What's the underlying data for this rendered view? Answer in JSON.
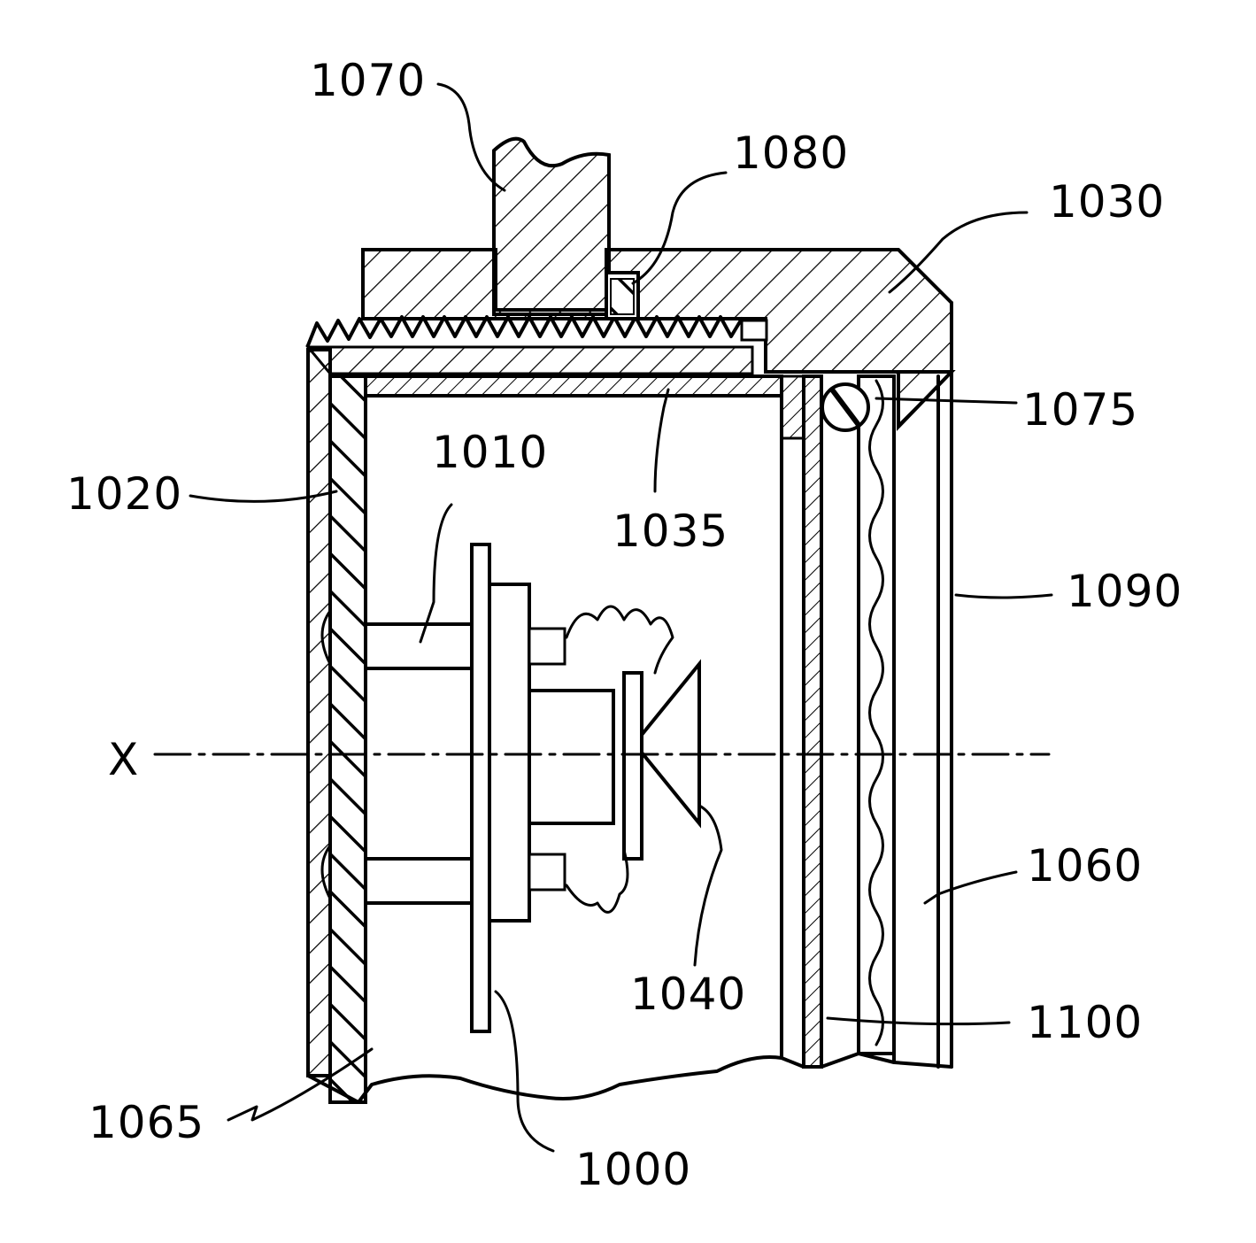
{
  "figure": {
    "axis_label": "X",
    "labels": {
      "l1000": "1000",
      "l1010": "1010",
      "l1020": "1020",
      "l1030": "1030",
      "l1035": "1035",
      "l1040": "1040",
      "l1060": "1060",
      "l1065": "1065",
      "l1070": "1070",
      "l1075": "1075",
      "l1080": "1080",
      "l1090": "1090",
      "l1100": "1100"
    }
  }
}
